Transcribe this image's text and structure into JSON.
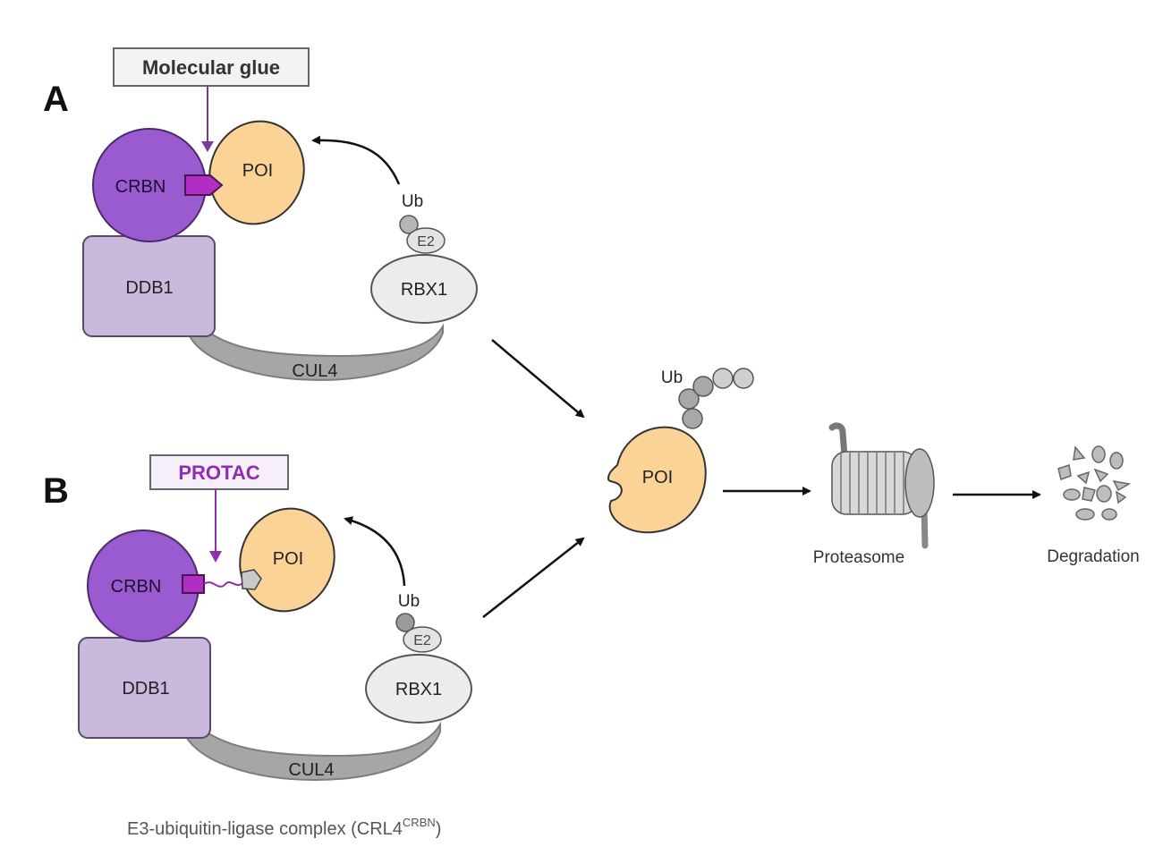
{
  "panel_a": {
    "letter": "A",
    "callout": "Molecular glue",
    "crbn": "CRBN",
    "ddb1": "DDB1",
    "cul4": "CUL4",
    "rbx1": "RBX1",
    "e2": "E2",
    "ub": "Ub",
    "poi": "POI"
  },
  "panel_b": {
    "letter": "B",
    "callout": "PROTAC",
    "crbn": "CRBN",
    "ddb1": "DDB1",
    "cul4": "CUL4",
    "rbx1": "RBX1",
    "e2": "E2",
    "ub": "Ub",
    "poi": "POI"
  },
  "center": {
    "ub": "Ub",
    "poi": "POI"
  },
  "proteasome": {
    "label": "Proteasome"
  },
  "degradation": {
    "label": "Degradation"
  },
  "caption": {
    "main": "E3-ubiquitin-ligase complex (CRL4",
    "superscript": "CRBN",
    "close": ")"
  },
  "colors": {
    "crbn_purple": "#9b5bd0",
    "ddb1_lavender": "#c9b9dd",
    "poi_orange": "#fcd397",
    "cul4_gray": "#a6a6a6",
    "rbx1_light": "#ececec",
    "ub_gray": "#b5b5b5",
    "ligand_magenta": "#b22ec2",
    "protac_purple": "#8f2fb0"
  }
}
